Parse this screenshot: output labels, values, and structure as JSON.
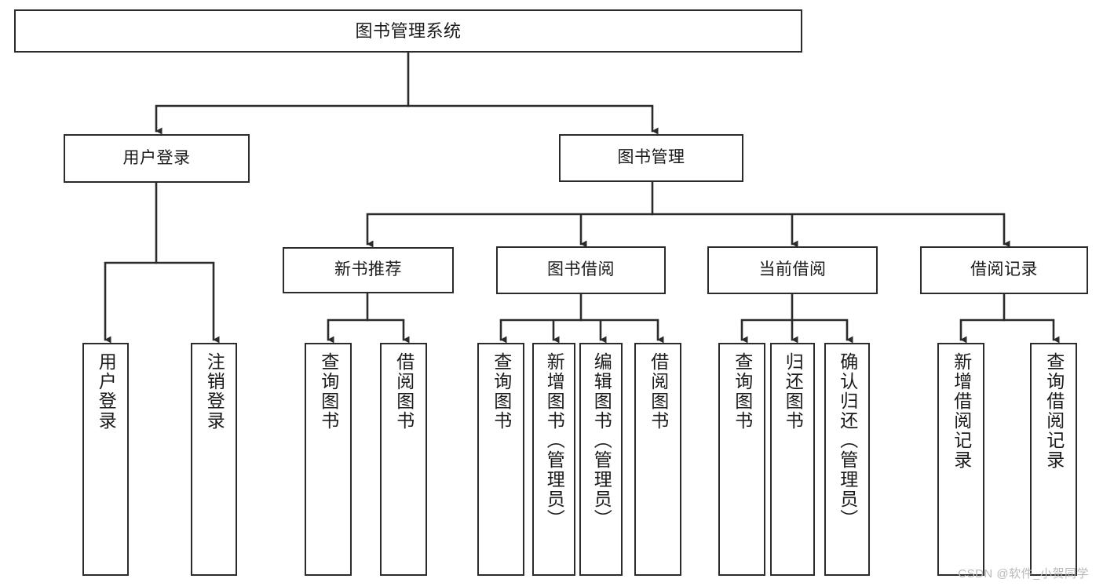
{
  "diagram": {
    "title": "图书管理系统",
    "type": "tree",
    "orientation": "top-down",
    "stroke_color": "#2b2b2b",
    "fill_color": "#ffffff",
    "text_color": "#1b1b1b",
    "background": "#ffffff"
  },
  "nodes": {
    "root": {
      "label": "图书管理系统",
      "level": 1
    },
    "user_login": {
      "label": "用户登录",
      "level": 2
    },
    "book_manage": {
      "label": "图书管理",
      "level": 2
    },
    "new_book_rec": {
      "label": "新书推荐",
      "level": 3
    },
    "book_borrow": {
      "label": "图书借阅",
      "level": 3
    },
    "current_borrow": {
      "label": "当前借阅",
      "level": 3
    },
    "borrow_record": {
      "label": "借阅记录",
      "level": 3
    },
    "leaf_user_login": {
      "label": "用户登录",
      "level": 3
    },
    "leaf_logout": {
      "label": "注销登录",
      "level": 3
    },
    "leaf_query_book_1": {
      "label": "查询图书",
      "level": 4
    },
    "leaf_borrow_book_1": {
      "label": "借阅图书",
      "level": 4
    },
    "leaf_query_book_2": {
      "label": "查询图书",
      "level": 4
    },
    "leaf_add_book": {
      "label": "新增图书（管理员）",
      "level": 4
    },
    "leaf_edit_book": {
      "label": "编辑图书（管理员）",
      "level": 4
    },
    "leaf_borrow_book_2": {
      "label": "借阅图书",
      "level": 4
    },
    "leaf_query_book_3": {
      "label": "查询图书",
      "level": 4
    },
    "leaf_return_book": {
      "label": "归还图书",
      "level": 4
    },
    "leaf_confirm_return": {
      "label": "确认归还（管理员）",
      "level": 4
    },
    "leaf_add_record": {
      "label": "新增借阅记录",
      "level": 4
    },
    "leaf_query_record": {
      "label": "查询借阅记录",
      "level": 4
    }
  },
  "edges": [
    {
      "from": "root",
      "to": "user_login"
    },
    {
      "from": "root",
      "to": "book_manage"
    },
    {
      "from": "user_login",
      "to": "leaf_user_login"
    },
    {
      "from": "user_login",
      "to": "leaf_logout"
    },
    {
      "from": "book_manage",
      "to": "new_book_rec"
    },
    {
      "from": "book_manage",
      "to": "book_borrow"
    },
    {
      "from": "book_manage",
      "to": "current_borrow"
    },
    {
      "from": "book_manage",
      "to": "borrow_record"
    },
    {
      "from": "new_book_rec",
      "to": "leaf_query_book_1"
    },
    {
      "from": "new_book_rec",
      "to": "leaf_borrow_book_1"
    },
    {
      "from": "book_borrow",
      "to": "leaf_query_book_2"
    },
    {
      "from": "book_borrow",
      "to": "leaf_add_book"
    },
    {
      "from": "book_borrow",
      "to": "leaf_edit_book"
    },
    {
      "from": "book_borrow",
      "to": "leaf_borrow_book_2"
    },
    {
      "from": "current_borrow",
      "to": "leaf_query_book_3"
    },
    {
      "from": "current_borrow",
      "to": "leaf_return_book"
    },
    {
      "from": "current_borrow",
      "to": "leaf_confirm_return"
    },
    {
      "from": "borrow_record",
      "to": "leaf_add_record"
    },
    {
      "from": "borrow_record",
      "to": "leaf_query_record"
    }
  ],
  "watermark": {
    "text": "CSDN @软件_小贺同学"
  }
}
